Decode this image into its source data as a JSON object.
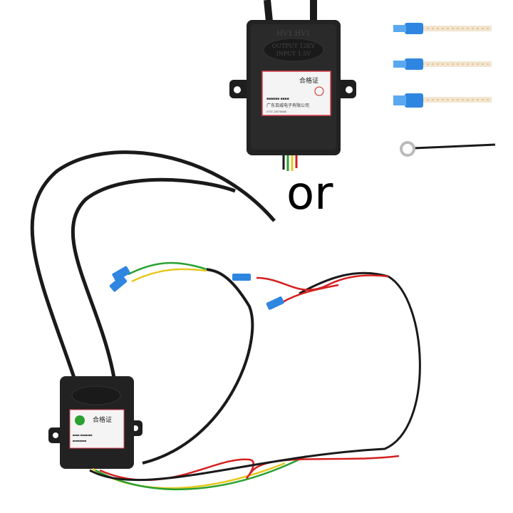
{
  "caption": {
    "separator_text": "or"
  },
  "top_unit": {
    "embossed_top": "HV1 HV1",
    "embossed_lines": [
      "OUTPUT 12KV",
      "INPUT 1.5V"
    ],
    "label": {
      "title": "合格证",
      "company": "广东百威电子有限公司"
    }
  },
  "bottom_unit": {
    "label": {
      "title": "合格证"
    }
  },
  "accessories": [
    {
      "name": "blue-spade-terminal-wire",
      "color": "#2a7fd8"
    },
    {
      "name": "blue-spade-terminal-wire",
      "color": "#2a7fd8"
    },
    {
      "name": "blue-double-spade-terminal-wire",
      "color": "#2a7fd8"
    },
    {
      "name": "ring-terminal-black-wire",
      "color": "#c0c0c0"
    }
  ],
  "colors": {
    "housing": "#1e1e1e",
    "wire_black": "#1a1a1a",
    "wire_red": "#d42020",
    "wire_green": "#2aa030",
    "wire_yellow": "#e6c81e",
    "terminal_blue": "#2f86e0",
    "label_bg": "#f4f4f4",
    "label_border": "#e04050"
  }
}
